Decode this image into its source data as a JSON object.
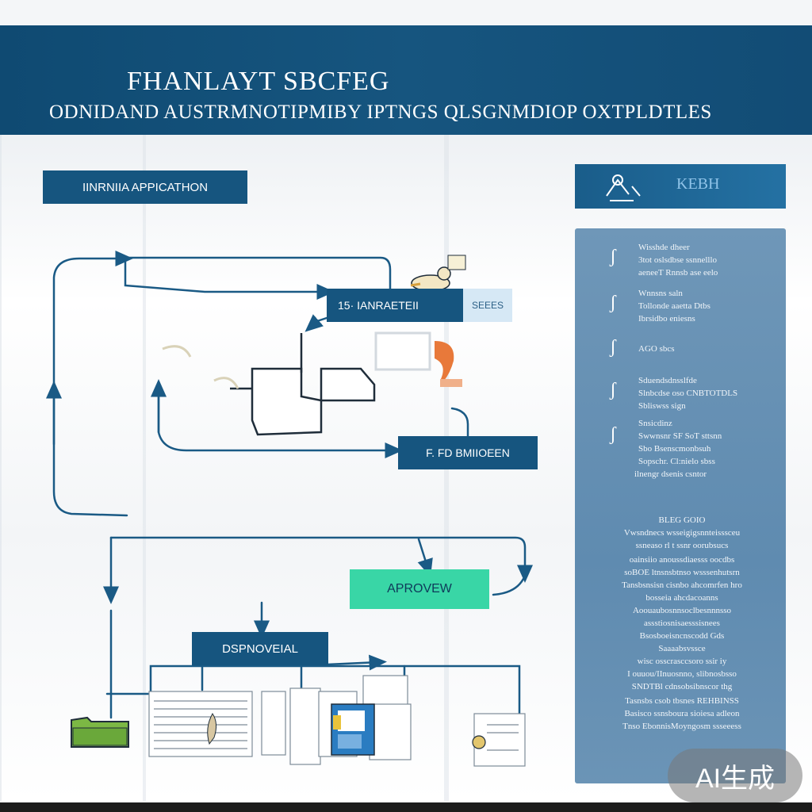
{
  "header": {
    "title": "FHANLAYT SBCFEG",
    "subtitle": "ODNIDAND AUSTRMNOTIPMIBY IPTNGS QLSGNMDIOP OXTPLDTLES"
  },
  "flow": {
    "section_label": "IINRNIIA APPICATHON",
    "step_1": "15· IANRAETEII",
    "step_1_tag": "SEEES",
    "step_2": "F. FD BMIIOEEN",
    "approve": "APROVEW",
    "disposal": "DSPNOVEIAL"
  },
  "colors": {
    "header_bg": "#124c75",
    "box_bg": "#124c75",
    "connector": "#1a5a85",
    "approve_bg": "#39d6a6",
    "side_panel": "#6a92b5"
  },
  "side": {
    "header_title": "KEBH",
    "items": [
      {
        "icon": "ʃ",
        "lines": [
          "Wisshde dheer",
          "3tot oslsdbse ssnnelllo",
          "aeneeT Rnnsb ase eelo"
        ]
      },
      {
        "icon": "ʃ",
        "lines": [
          "Wnnsns saln",
          "Tollonde aaetta Dtbs",
          "Ibrsidbo eniesns"
        ]
      },
      {
        "icon": "ʃ",
        "lines": [
          "AGO sbcs"
        ]
      },
      {
        "icon": "ʃ",
        "lines": [
          "Sduendsdnsslfde",
          "Slnbcdse oso CNBTOTDLS",
          "Sbliswss sign"
        ]
      },
      {
        "icon": "ʃ",
        "lines": [
          "Snsicdinz",
          "Swwnsnr SF SoT sttsnn",
          "Sbo Bsenscmonbsuh",
          "Sopschr. Cl:nielo sbss",
          "ilnengr dsenis csntor"
        ]
      }
    ],
    "notes": [
      "BLEG GOIO",
      "Vwsndnecs wsseigigsnnteisssceu",
      "ssneaso rl t ssnr oorubsucs",
      "oainsiio anoussdiaesss oocdbs",
      "soBOE ltnsnsbtnso wsssenhutsrn",
      "Tansbsnsisn cisnbo ahcomrfen hro",
      "bosseia ahcdacoanns",
      "Aoouaubosnnsoclbesnnnsso",
      "assstiosnisaesssisnees",
      "Bsosboeisncnscodd Gds",
      "Saaaabsvssce",
      "wisc osscrasccsoro ssir iy",
      "I ouuou/IInuosnno, slibnosbsso",
      "SNDTBl cdnsobsibnscor thg",
      "Tasnsbs csob tbsnes REHBINSS",
      "Basisco ssnsboura sioiesa adleon",
      "Tnso EbonnisMoyngosm ssseeess"
    ]
  },
  "watermark": "AI生成"
}
